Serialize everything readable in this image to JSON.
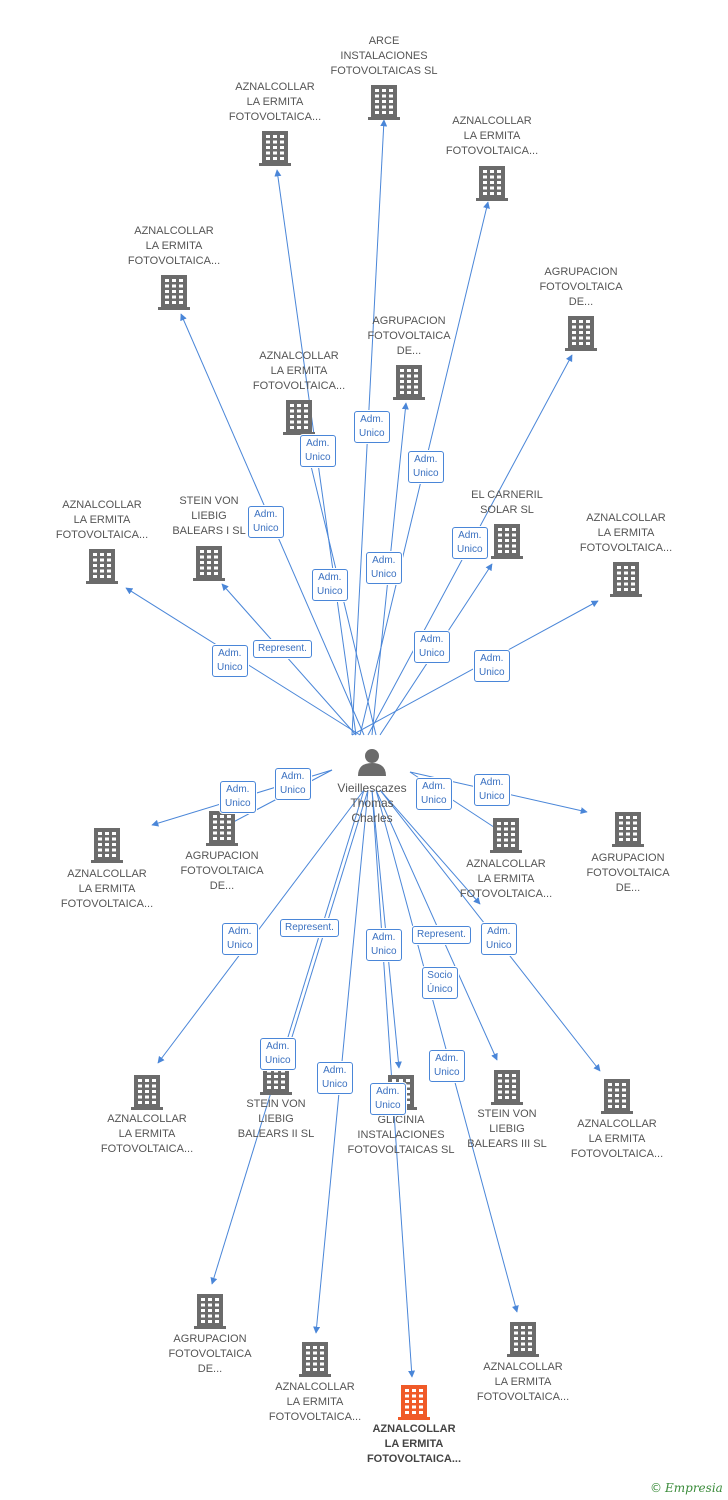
{
  "colors": {
    "edge": "#4a86d8",
    "building": "#6b6b6b",
    "building_highlight": "#f05a28",
    "person": "#6b6b6b",
    "text": "#555555"
  },
  "person": {
    "icon": "person-icon",
    "label": "Vieillescazes\nThomas\nCharles"
  },
  "nodes": [
    {
      "id": "n1",
      "icon": "building-icon",
      "label": "ARCE\nINSTALACIONES\nFOTOVOLTAICAS SL"
    },
    {
      "id": "n2",
      "icon": "building-icon",
      "label": "AZNALCOLLAR\nLA ERMITA\nFOTOVOLTAICA..."
    },
    {
      "id": "n3",
      "icon": "building-icon",
      "label": "AZNALCOLLAR\nLA ERMITA\nFOTOVOLTAICA..."
    },
    {
      "id": "n4",
      "icon": "building-icon",
      "label": "AZNALCOLLAR\nLA ERMITA\nFOTOVOLTAICA..."
    },
    {
      "id": "n5",
      "icon": "building-icon",
      "label": "AGRUPACION\nFOTOVOLTAICA\nDE..."
    },
    {
      "id": "n6",
      "icon": "building-icon",
      "label": "AGRUPACION\nFOTOVOLTAICA\nDE..."
    },
    {
      "id": "n7",
      "icon": "building-icon",
      "label": "AZNALCOLLAR\nLA ERMITA\nFOTOVOLTAICA..."
    },
    {
      "id": "n8",
      "icon": "building-icon",
      "label": "EL CARNERIL\nSOLAR SL"
    },
    {
      "id": "n9",
      "icon": "building-icon",
      "label": "AZNALCOLLAR\nLA ERMITA\nFOTOVOLTAICA..."
    },
    {
      "id": "n10",
      "icon": "building-icon",
      "label": "STEIN VON\nLIEBIG\nBALEARS I SL"
    },
    {
      "id": "n11",
      "icon": "building-icon",
      "label": "AZNALCOLLAR\nLA ERMITA\nFOTOVOLTAICA..."
    },
    {
      "id": "n12",
      "icon": "building-icon",
      "label": "AZNALCOLLAR\nLA ERMITA\nFOTOVOLTAICA..."
    },
    {
      "id": "n13",
      "icon": "building-icon",
      "label": "AGRUPACION\nFOTOVOLTAICA\nDE..."
    },
    {
      "id": "n14",
      "icon": "building-icon",
      "label": "AZNALCOLLAR\nLA ERMITA\nFOTOVOLTAICA..."
    },
    {
      "id": "n15",
      "icon": "building-icon",
      "label": "AGRUPACION\nFOTOVOLTAICA\nDE..."
    },
    {
      "id": "n16",
      "icon": "building-icon",
      "label": "AZNALCOLLAR\nLA ERMITA\nFOTOVOLTAICA..."
    },
    {
      "id": "n17",
      "icon": "building-icon",
      "label": "STEIN VON\nLIEBIG\nBALEARS II SL"
    },
    {
      "id": "n18",
      "icon": "building-icon",
      "label": "GLICINIA\nINSTALACIONES\nFOTOVOLTAICAS SL"
    },
    {
      "id": "n19",
      "icon": "building-icon",
      "label": "STEIN VON\nLIEBIG\nBALEARS III SL"
    },
    {
      "id": "n20",
      "icon": "building-icon",
      "label": "AZNALCOLLAR\nLA ERMITA\nFOTOVOLTAICA..."
    },
    {
      "id": "n21",
      "icon": "building-icon",
      "label": "AGRUPACION\nFOTOVOLTAICA\nDE..."
    },
    {
      "id": "n22",
      "icon": "building-icon",
      "label": "AZNALCOLLAR\nLA ERMITA\nFOTOVOLTAICA..."
    },
    {
      "id": "n23",
      "icon": "building-icon",
      "label": "AZNALCOLLAR\nLA ERMITA\nFOTOVOLTAICA...",
      "highlight": true
    },
    {
      "id": "n24",
      "icon": "building-icon",
      "label": "AZNALCOLLAR\nLA ERMITA\nFOTOVOLTAICA..."
    }
  ],
  "relations": [
    {
      "id": "r1",
      "target": "n1",
      "label": "Adm.\nUnico"
    },
    {
      "id": "r2",
      "target": "n2",
      "label": "Adm.\nUnico"
    },
    {
      "id": "r3",
      "target": "n3",
      "label": "Adm.\nUnico"
    },
    {
      "id": "r4",
      "target": "n4",
      "label": "Adm.\nUnico"
    },
    {
      "id": "r5",
      "target": "n5",
      "label": "Adm.\nUnico"
    },
    {
      "id": "r6",
      "target": "n6",
      "label": "Adm.\nUnico"
    },
    {
      "id": "r7",
      "target": "n7",
      "label": "Adm.\nUnico"
    },
    {
      "id": "r8",
      "target": "n8",
      "label": "Adm.\nUnico"
    },
    {
      "id": "r9",
      "target": "n9",
      "label": "Adm.\nUnico"
    },
    {
      "id": "r10",
      "target": "n10",
      "label": "Represent."
    },
    {
      "id": "r11",
      "target": "n11",
      "label": "Adm.\nUnico"
    },
    {
      "id": "r12",
      "target": "n12",
      "label": "Adm.\nUnico"
    },
    {
      "id": "r13",
      "target": "n13",
      "label": "Adm.\nUnico"
    },
    {
      "id": "r14",
      "target": "n14",
      "label": "Adm.\nUnico"
    },
    {
      "id": "r15",
      "target": "n15",
      "label": "Adm.\nUnico"
    },
    {
      "id": "r16",
      "target": "n16",
      "label": "Adm.\nUnico"
    },
    {
      "id": "r17",
      "target": "n17",
      "label": "Represent."
    },
    {
      "id": "r18",
      "target": "n18",
      "label": "Adm.\nUnico"
    },
    {
      "id": "r19",
      "target": "n19",
      "label": "Represent."
    },
    {
      "id": "r20",
      "target": "n20",
      "label": "Adm.\nUnico"
    },
    {
      "id": "r21",
      "target": "n21",
      "label": "Adm.\nUnico"
    },
    {
      "id": "r22",
      "target": "n22",
      "label": "Adm.\nUnico"
    },
    {
      "id": "r23",
      "target": "n23",
      "label": "Adm.\nUnico"
    },
    {
      "id": "r24",
      "target": "n24",
      "label": "Adm.\nUnico"
    },
    {
      "id": "r25",
      "target": "n18",
      "label": "Socio\nÚnico"
    }
  ],
  "watermark": {
    "symbol": "©",
    "brand": "Empresia"
  }
}
